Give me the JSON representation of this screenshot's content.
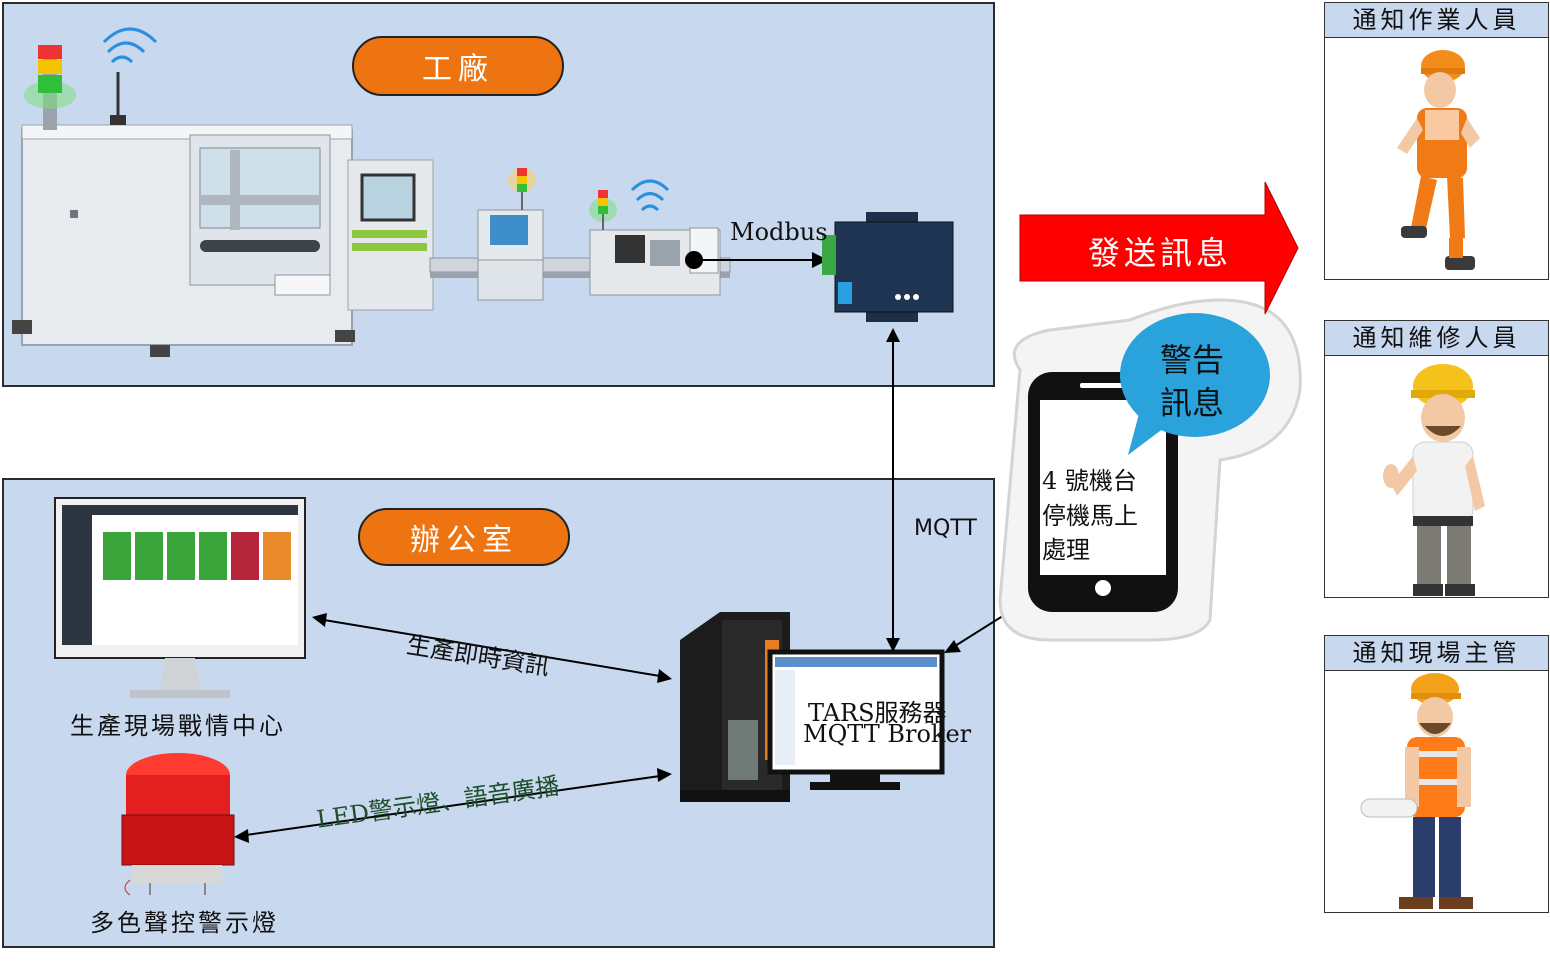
{
  "factory": {
    "title": "工廠",
    "protocol_label": "Modbus"
  },
  "office": {
    "title": "辦公室"
  },
  "links": {
    "mqtt_label": "MQTT",
    "realtime_label": "生產即時資訊",
    "led_label": "LED警示燈、語音廣播"
  },
  "devices": {
    "war_room_label": "生產現場戰情中心",
    "warning_light_label": "多色聲控警示燈",
    "server_line1": "TARS服務器",
    "server_line2": "MQTT Broker"
  },
  "phone": {
    "bubble_line1": "警告",
    "bubble_line2": "訊息",
    "message_line1": "4 號機台",
    "message_line2": "停機馬上",
    "message_line3": "處理"
  },
  "send_arrow": {
    "label": "發送訊息"
  },
  "notify": [
    {
      "title": "通知作業人員"
    },
    {
      "title": "通知維修人員"
    },
    {
      "title": "通知現場主管"
    }
  ],
  "colors": {
    "panel": "#c7d8ef",
    "pill": "#ee7412",
    "send_arrow": "#ff0000",
    "bubble": "#2aa3dd",
    "led_label": "#1f4d2a"
  }
}
